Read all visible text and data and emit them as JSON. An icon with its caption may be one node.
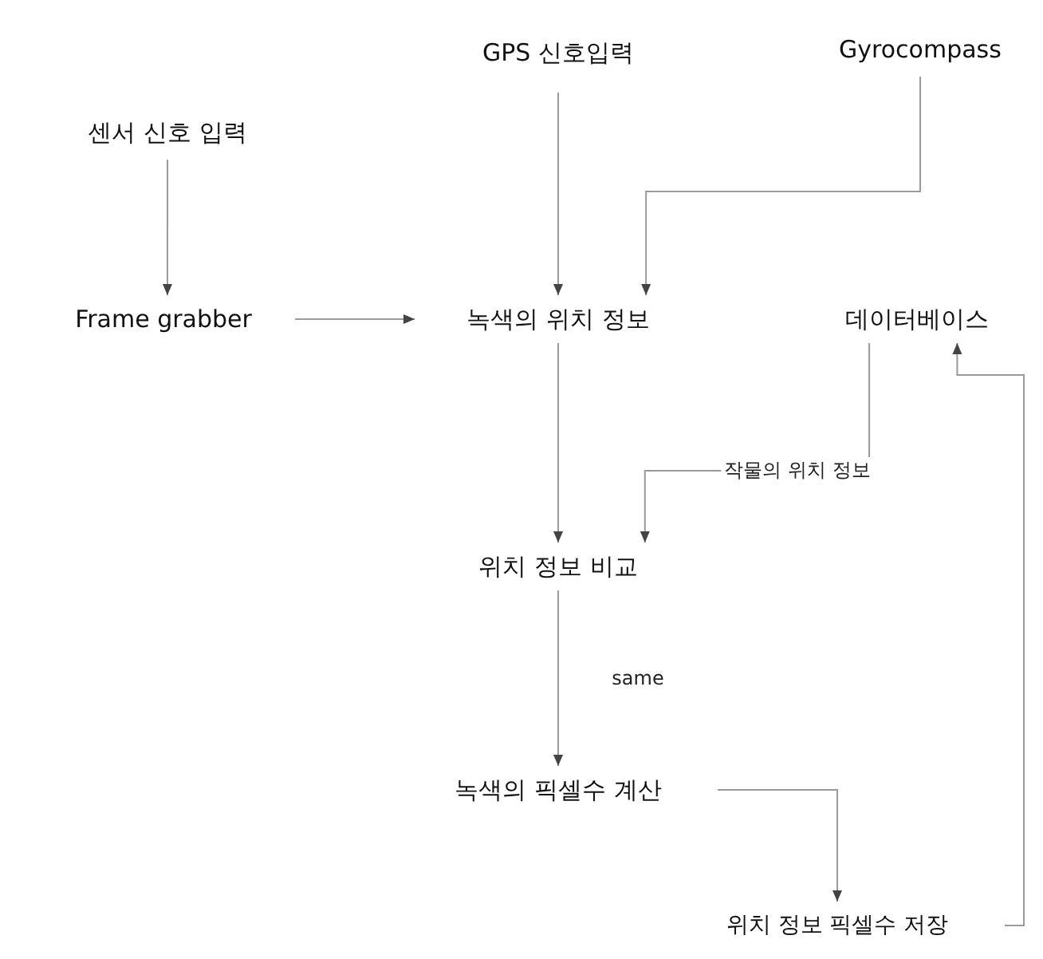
{
  "diagram": {
    "nodes": [
      {
        "text": [
          "GPS 신호입력"
        ]
      },
      {
        "text": [
          "Gyrocompass"
        ]
      },
      {
        "text": [
          "센서 신호 입력"
        ]
      },
      {
        "text": [
          "Frame grabber"
        ]
      },
      {
        "text": [
          "녹색의 위치 정보"
        ]
      },
      {
        "text": [
          "데이터베이스"
        ]
      },
      {
        "text": [
          "위치 정보 비교"
        ]
      },
      {
        "text": [
          "녹색의 픽셀수 계산"
        ]
      },
      {
        "text": [
          "위치 정보 픽셀수 저장"
        ]
      }
    ],
    "edges": [
      {
        "from": 0,
        "to": 4,
        "arrow": "to"
      },
      {
        "from": 1,
        "to": 4,
        "arrow": "to"
      },
      {
        "from": 2,
        "to": 3,
        "arrow": "to"
      },
      {
        "from": 3,
        "to": 4,
        "arrow": "to"
      },
      {
        "from": 4,
        "to": 6,
        "arrow": "to"
      },
      {
        "from": 5,
        "to": 6,
        "arrow": "to",
        "label": "작물의 위치 정보"
      },
      {
        "from": 6,
        "to": 7,
        "arrow": "to",
        "label": "same"
      },
      {
        "from": 7,
        "to": 8,
        "arrow": "to"
      },
      {
        "from": 8,
        "to": 5,
        "arrow": "to"
      }
    ]
  }
}
